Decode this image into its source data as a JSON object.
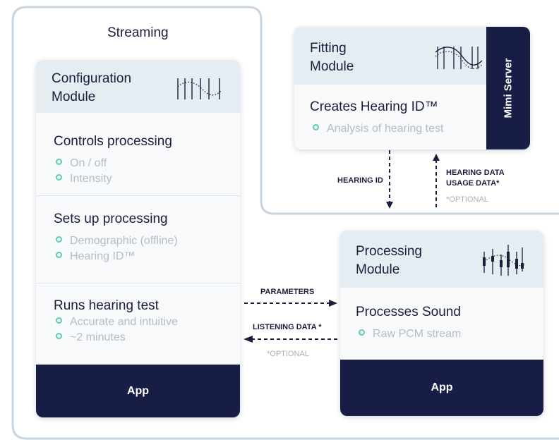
{
  "streaming": {
    "title": "Streaming",
    "configuration_module": {
      "title_line1": "Configuration",
      "title_line2": "Module",
      "sections": [
        {
          "heading": "Controls processing",
          "items": [
            "On / off",
            "Intensity"
          ]
        },
        {
          "heading": "Sets up processing",
          "items": [
            "Demographic (offline)",
            "Hearing ID™"
          ]
        },
        {
          "heading": "Runs hearing test",
          "items": [
            "Accurate and intuitive",
            "~2 minutes"
          ]
        }
      ],
      "footer": "App"
    }
  },
  "fitting_module": {
    "title_line1": "Fitting",
    "title_line2": "Module",
    "heading": "Creates Hearing ID™",
    "item": "Analysis of hearing test",
    "side_label": "Mimi Server"
  },
  "processing_module": {
    "title_line1": "Processing",
    "title_line2": "Module",
    "heading": "Processes Sound",
    "item": "Raw PCM stream",
    "footer": "App"
  },
  "connections": {
    "hearing_id": "HEARING ID",
    "hearing_data": "HEARING DATA",
    "usage_data": "USAGE DATA*",
    "optional_top": "*OPTIONAL",
    "parameters": "PARAMETERS",
    "listening_data": "LISTENING DATA *",
    "optional_bottom": "*OPTIONAL"
  },
  "colors": {
    "navy": "#171d45",
    "accent": "#5ccdb5",
    "header_bg": "#e5edf3",
    "muted_text": "#b4bdc6",
    "outline": "#c8d4de"
  }
}
